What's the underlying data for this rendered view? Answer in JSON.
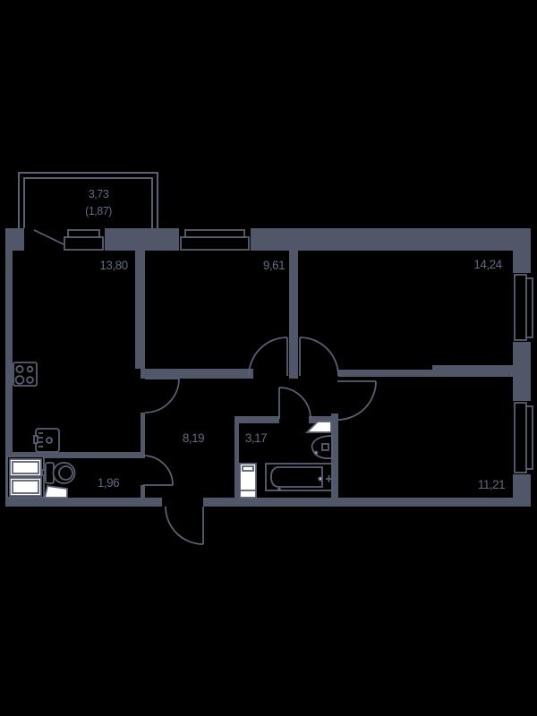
{
  "plan_title": "apartment-floor-plan",
  "colors": {
    "background": "#000000",
    "wall": "#515768",
    "line": "#5a6072",
    "label": "#636a7d",
    "fixture_white": "#ffffff"
  },
  "balcony": {
    "total_area": "3,73",
    "counted_area": "(1,87)"
  },
  "rooms": [
    {
      "id": "kitchen",
      "area": "13,80"
    },
    {
      "id": "bedroom-1",
      "area": "9,61"
    },
    {
      "id": "bedroom-2",
      "area": "14,24"
    },
    {
      "id": "hallway",
      "area": "8,19"
    },
    {
      "id": "bathroom",
      "area": "3,17"
    },
    {
      "id": "wc",
      "area": "1,96"
    },
    {
      "id": "bedroom-3",
      "area": "11,21"
    }
  ],
  "fixtures": [
    {
      "icon": "stove-icon"
    },
    {
      "icon": "kitchen-sink-icon"
    },
    {
      "icon": "washer-column-icon"
    },
    {
      "icon": "toilet-icon"
    },
    {
      "icon": "washing-machine-icon"
    },
    {
      "icon": "bathtub-icon"
    },
    {
      "icon": "bathroom-sink-icon"
    }
  ]
}
